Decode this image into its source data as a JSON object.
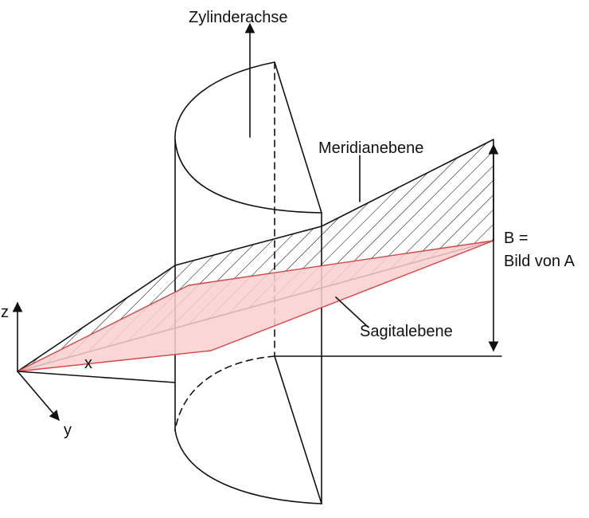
{
  "labels": {
    "cylinder_axis": "Zylinderachse",
    "meridian_plane": "Meridianebene",
    "point_b": "B =",
    "image_of_a": "Bild von A",
    "sagittal_plane": "Sagitalebene",
    "axis_z": "z",
    "axis_x": "x",
    "axis_y": "y"
  },
  "colors": {
    "line": "#111111",
    "sagittal_fill": "#f9cfcf",
    "sagittal_edge": "#d64545",
    "hatch": "#111111"
  }
}
